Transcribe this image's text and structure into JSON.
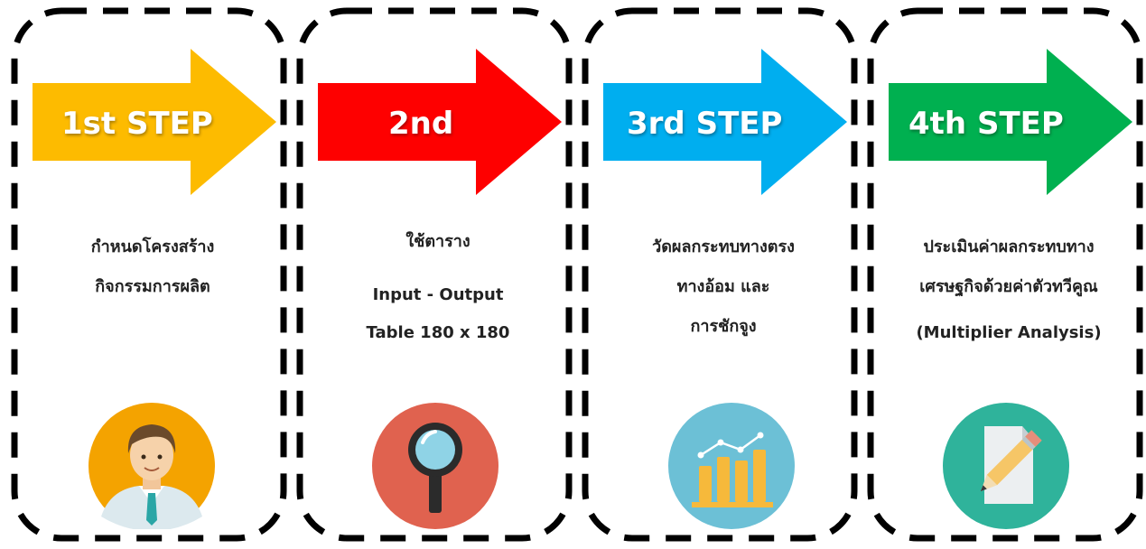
{
  "steps": [
    {
      "label": "1st STEP",
      "arrow_color": "#FDBB00",
      "icon": "businessman-icon",
      "lines": [
        "กำหนดโครงสร้าง",
        "กิจกรรมการผลิต"
      ]
    },
    {
      "label": "2nd",
      "arrow_color": "#FE0000",
      "icon": "magnifier-icon",
      "lines": [
        "ใช้ตาราง",
        "Input - Output",
        "Table 180 x 180"
      ]
    },
    {
      "label": "3rd STEP",
      "arrow_color": "#00AEEF",
      "icon": "bar-chart-icon",
      "lines": [
        "วัดผลกระทบทางตรง",
        "ทางอ้อม และ",
        "การชักจูง"
      ]
    },
    {
      "label": "4th STEP",
      "arrow_color": "#00B050",
      "icon": "document-pencil-icon",
      "lines": [
        "ประเมินค่าผลกระทบทาง",
        "เศรษฐกิจด้วยค่าตัวทวีคูณ",
        "(Multiplier Analysis)"
      ]
    }
  ],
  "colors": {
    "border": "#000000",
    "text": "#222222",
    "businessman_bg": "#F4A300",
    "magnifier_bg": "#E0624F",
    "chart_bg": "#6CC0D6",
    "document_bg": "#2FB39B"
  }
}
